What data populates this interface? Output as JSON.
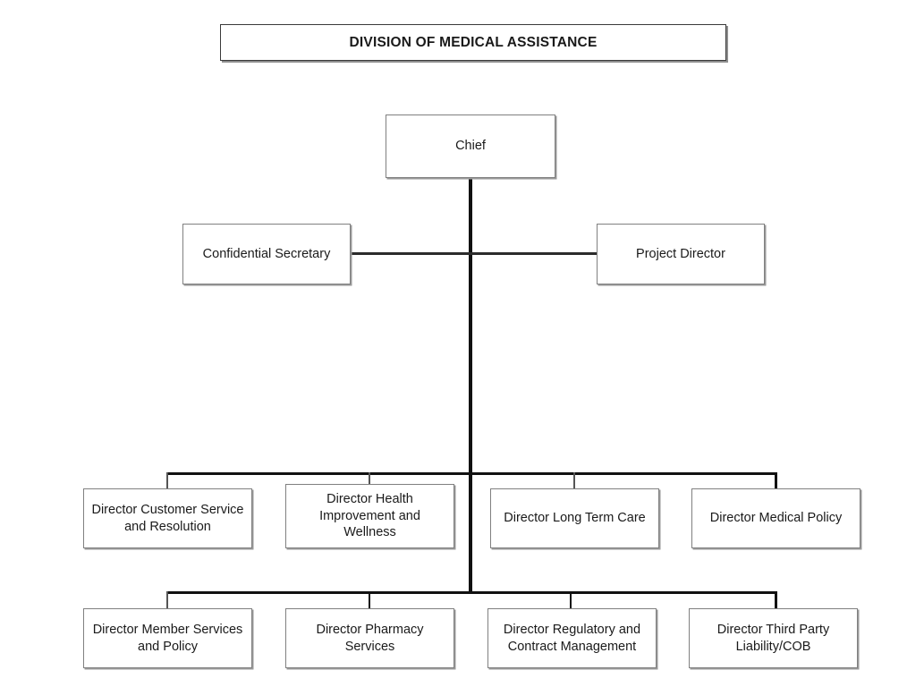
{
  "document": {
    "title": "DIVISION OF MEDICAL ASSISTANCE",
    "type": "organization-chart"
  },
  "chart_data": {
    "type": "diagram",
    "title": "DIVISION OF MEDICAL ASSISTANCE",
    "orientation": "top-down",
    "levels": 4,
    "nodes": [
      {
        "id": "title",
        "label": "DIVISION OF MEDICAL ASSISTANCE",
        "level": 0
      },
      {
        "id": "chief",
        "label": "Chief",
        "level": 1
      },
      {
        "id": "confsec",
        "label": "Confidential Secretary",
        "level": 2
      },
      {
        "id": "projdir",
        "label": "Project Director",
        "level": 2
      },
      {
        "id": "dircust",
        "label": "Director Customer Service\nand Resolution",
        "level": 3
      },
      {
        "id": "dirhealth",
        "label": "Director Health\nImprovement and\nWellness",
        "level": 3
      },
      {
        "id": "dirltc",
        "label": "Director Long Term Care",
        "level": 3
      },
      {
        "id": "dirmed",
        "label": "Director Medical Policy",
        "level": 3
      },
      {
        "id": "dirmem",
        "label": "Director Member Services\nand Policy",
        "level": 4
      },
      {
        "id": "dirpharm",
        "label": "Director Pharmacy\nServices",
        "level": 4
      },
      {
        "id": "dirreg",
        "label": "Director Regulatory and\nContract Management",
        "level": 4
      },
      {
        "id": "dirtpl",
        "label": "Director Third Party\nLiability/COB",
        "level": 4
      }
    ],
    "edges": [
      {
        "from": "chief",
        "to": "confsec"
      },
      {
        "from": "chief",
        "to": "projdir"
      },
      {
        "from": "chief",
        "to": "dircust"
      },
      {
        "from": "chief",
        "to": "dirhealth"
      },
      {
        "from": "chief",
        "to": "dirltc"
      },
      {
        "from": "chief",
        "to": "dirmed"
      },
      {
        "from": "chief",
        "to": "dirmem"
      },
      {
        "from": "chief",
        "to": "dirpharm"
      },
      {
        "from": "chief",
        "to": "dirreg"
      },
      {
        "from": "chief",
        "to": "dirtpl"
      }
    ],
    "colors": {
      "background": "#ffffff",
      "box_fill": "#ffffff",
      "box_border": "#808080",
      "title_border": "#3a3a3a",
      "connector": "#111111",
      "text": "#1a1a1a"
    }
  }
}
